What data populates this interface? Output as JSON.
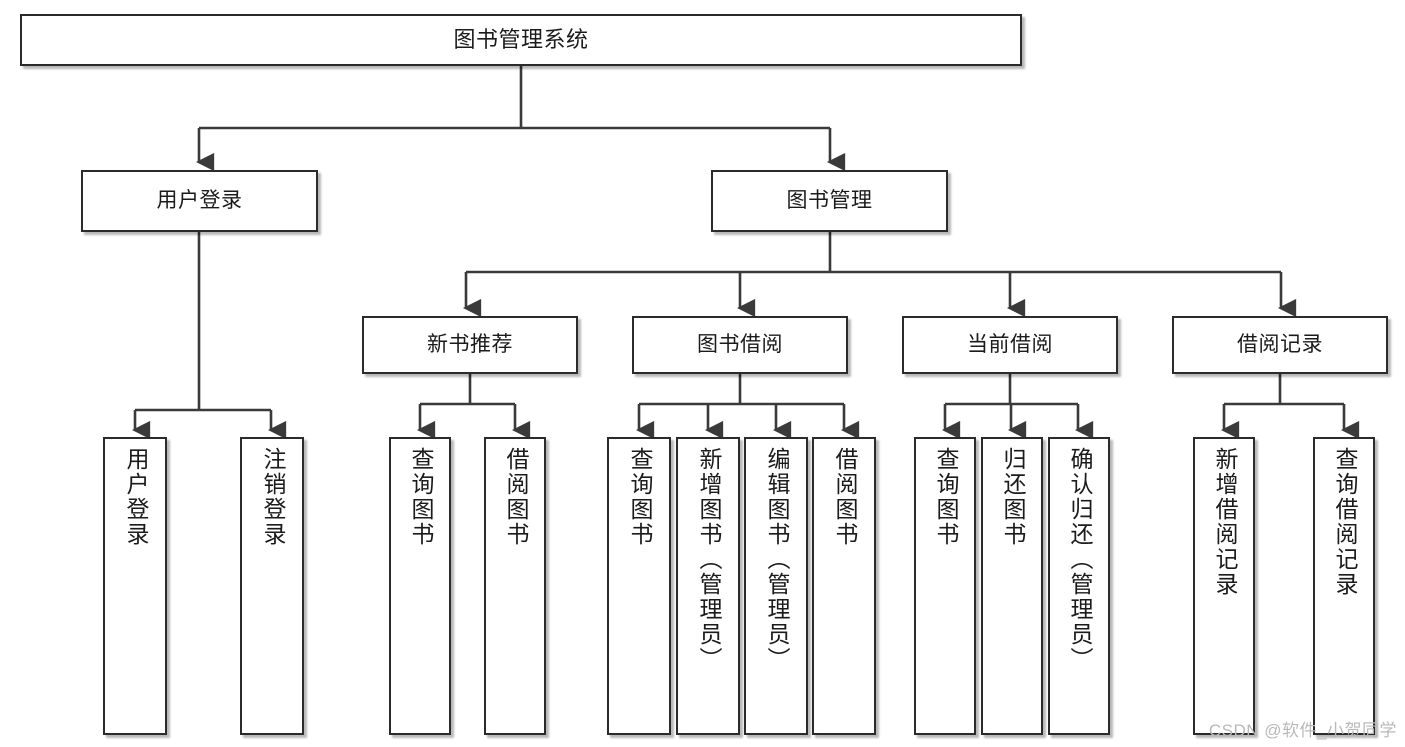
{
  "diagram": {
    "title": "图书管理系统",
    "type": "tree",
    "watermark": "CSDN @软件_小贺同学",
    "colors": {
      "box_border": "#2b2b2b",
      "box_fill": "#ffffff",
      "edge": "#3a3a3a",
      "text": "#1b1b1b",
      "watermark": "#b9b9b9"
    },
    "levels": {
      "level1": [
        {
          "id": "root",
          "label": "图书管理系统"
        }
      ],
      "level2": [
        {
          "id": "user-login",
          "label": "用户登录",
          "parent": "root"
        },
        {
          "id": "book-manage",
          "label": "图书管理",
          "parent": "root"
        }
      ],
      "level3": [
        {
          "id": "new-book-recommend",
          "label": "新书推荐",
          "parent": "book-manage"
        },
        {
          "id": "book-borrow",
          "label": "图书借阅",
          "parent": "book-manage"
        },
        {
          "id": "current-borrow",
          "label": "当前借阅",
          "parent": "book-manage"
        },
        {
          "id": "borrow-record",
          "label": "借阅记录",
          "parent": "book-manage"
        }
      ],
      "level4": [
        {
          "id": "leaf-user-login",
          "label": "用户登录",
          "parent": "user-login"
        },
        {
          "id": "leaf-logout-login",
          "label": "注销登录",
          "parent": "user-login"
        },
        {
          "id": "leaf-query-book-1",
          "label": "查询图书",
          "parent": "new-book-recommend"
        },
        {
          "id": "leaf-borrow-book-1",
          "label": "借阅图书",
          "parent": "new-book-recommend"
        },
        {
          "id": "leaf-query-book-2",
          "label": "查询图书",
          "parent": "book-borrow"
        },
        {
          "id": "leaf-add-book",
          "label": "新增图书（管理员）",
          "parent": "book-borrow"
        },
        {
          "id": "leaf-edit-book",
          "label": "编辑图书（管理员）",
          "parent": "book-borrow"
        },
        {
          "id": "leaf-borrow-book-2",
          "label": "借阅图书",
          "parent": "book-borrow"
        },
        {
          "id": "leaf-query-book-3",
          "label": "查询图书",
          "parent": "current-borrow"
        },
        {
          "id": "leaf-return-book",
          "label": "归还图书",
          "parent": "current-borrow"
        },
        {
          "id": "leaf-confirm-return",
          "label": "确认归还（管理员）",
          "parent": "current-borrow"
        },
        {
          "id": "leaf-add-record",
          "label": "新增借阅记录",
          "parent": "borrow-record"
        },
        {
          "id": "leaf-query-record",
          "label": "查询借阅记录",
          "parent": "borrow-record"
        }
      ]
    }
  }
}
